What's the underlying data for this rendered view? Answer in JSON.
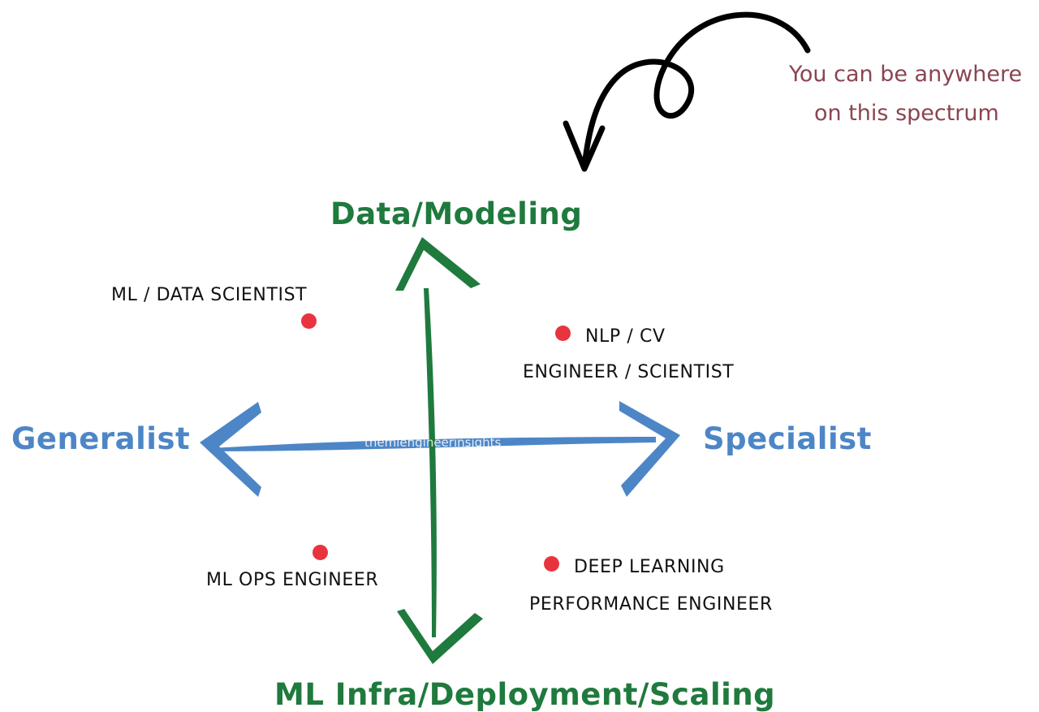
{
  "callout": {
    "line1": "You can be anywhere",
    "line2": "on this spectrum"
  },
  "axes": {
    "top": "Data/Modeling",
    "bottom": "ML Infra/Deployment/Scaling",
    "left": "Generalist",
    "right": "Specialist"
  },
  "roles": {
    "top_left": "ML / DATA SCIENTIST",
    "top_right_line1": "NLP / CV",
    "top_right_line2": "ENGINEER / SCIENTIST",
    "bottom_left": "ML OPS ENGINEER",
    "bottom_right_line1": "DEEP LEARNING",
    "bottom_right_line2": "PERFORMANCE ENGINEER"
  },
  "watermark": "themlengineerinsights",
  "colors": {
    "vertical_axis": "#1f7a3d",
    "horizontal_axis": "#4d86c6",
    "dot": "#e8343f",
    "callout_text": "#8a4550",
    "callout_arrow": "#000000"
  }
}
